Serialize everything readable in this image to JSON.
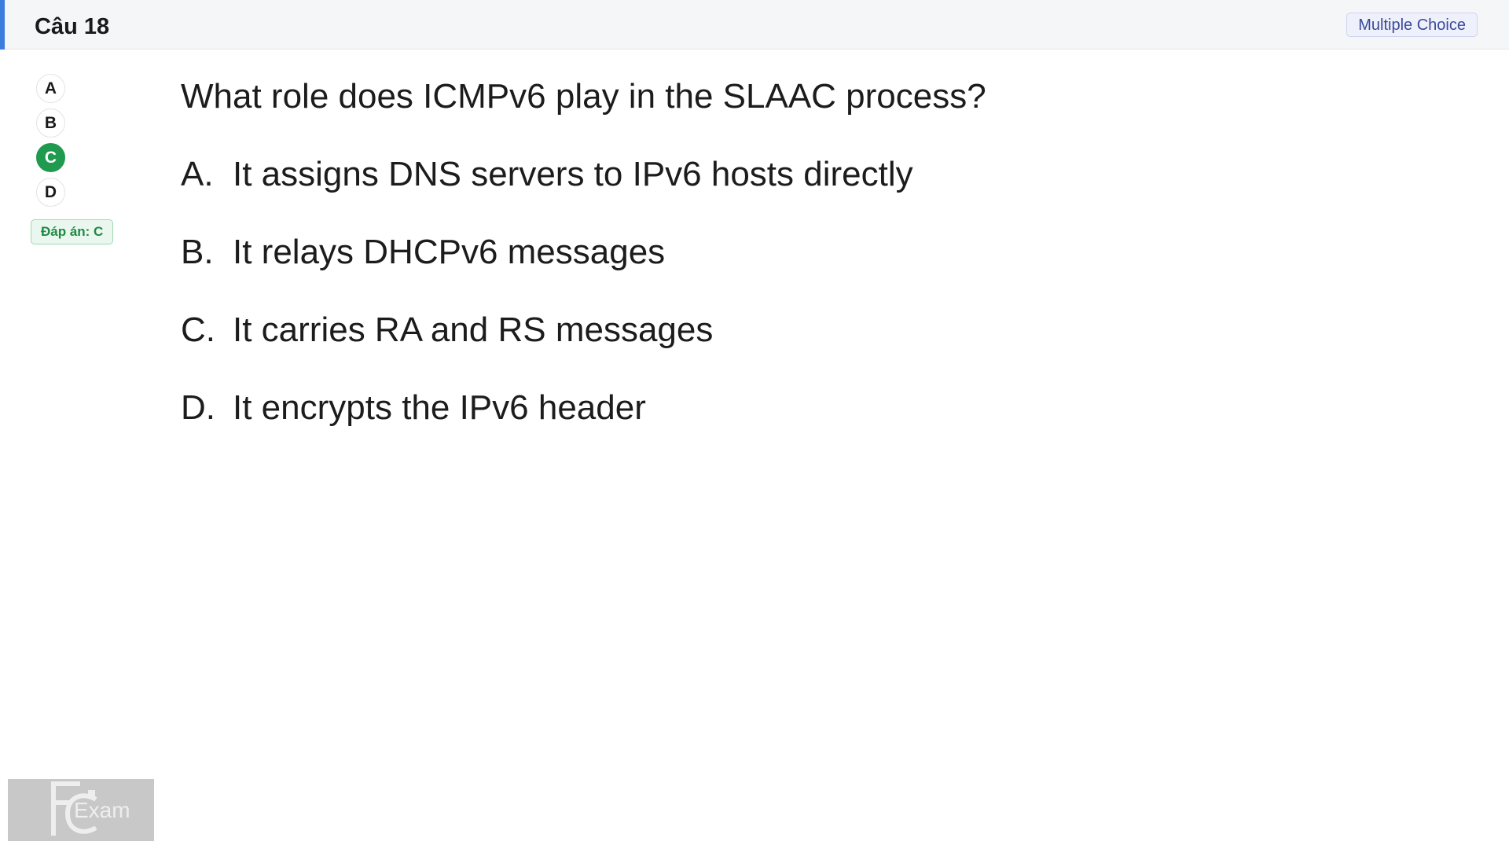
{
  "header": {
    "title": "Câu 18",
    "question_type": "Multiple Choice"
  },
  "sidebar": {
    "options": [
      "A",
      "B",
      "C",
      "D"
    ],
    "selected": "C",
    "answer_label": "Đáp án: C"
  },
  "question": {
    "text": "What role does ICMPv6 play in the SLAAC process?",
    "choices": [
      {
        "letter": "A.",
        "text": "It assigns DNS servers to IPv6 hosts directly"
      },
      {
        "letter": "B.",
        "text": "It relays DHCPv6 messages"
      },
      {
        "letter": "C.",
        "text": "It carries RA and RS messages"
      },
      {
        "letter": "D.",
        "text": "It encrypts the IPv6 header"
      }
    ]
  },
  "watermark": {
    "text": "Exam"
  },
  "colors": {
    "accent": "#3b7ddd",
    "selected": "#1f9a4e",
    "answer_text": "#1f8a45"
  }
}
